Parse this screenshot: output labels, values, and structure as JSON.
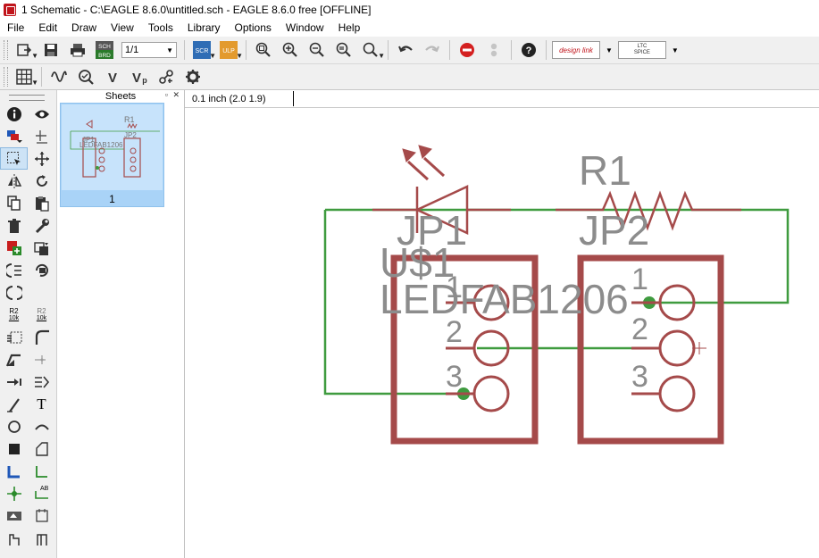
{
  "window": {
    "title": "1 Schematic - C:\\EAGLE 8.6.0\\untitled.sch - EAGLE 8.6.0 free [OFFLINE]"
  },
  "menu": [
    "File",
    "Edit",
    "Draw",
    "View",
    "Tools",
    "Library",
    "Options",
    "Window",
    "Help"
  ],
  "toolbar": {
    "sheet_select": "1/1",
    "sch_brd_top": "SCH",
    "sch_brd_bottom": "BRD",
    "scr_label": "SCR",
    "ulp_label": "ULP",
    "designlink_label": "design link",
    "ltspice_top": "LTC",
    "ltspice_bottom": "SPICE"
  },
  "left_toolbar": {
    "r2_label": "R2",
    "r2_value": "10k",
    "r2b_label": "R2",
    "r2b_value": "10k",
    "text_tool": "T",
    "label_tool": "AB"
  },
  "sheets_panel": {
    "title": "Sheets",
    "sheet_number": "1"
  },
  "coordinate_display": "0.1 inch (2.0 1.9)",
  "command_line": "",
  "schematic": {
    "parts": [
      {
        "name": "R1",
        "type": "resistor"
      },
      {
        "name": "JP1",
        "type": "pinhead-3"
      },
      {
        "name": "JP2",
        "type": "pinhead-3"
      },
      {
        "name": "U$1",
        "value": "LEDFAB1206",
        "type": "led"
      }
    ],
    "pin_labels": [
      "1",
      "2",
      "3"
    ],
    "colors": {
      "part": "#a54a4a",
      "net": "#3f9b3f",
      "text": "#8c8c8c",
      "junction": "#3f9b3f"
    }
  }
}
